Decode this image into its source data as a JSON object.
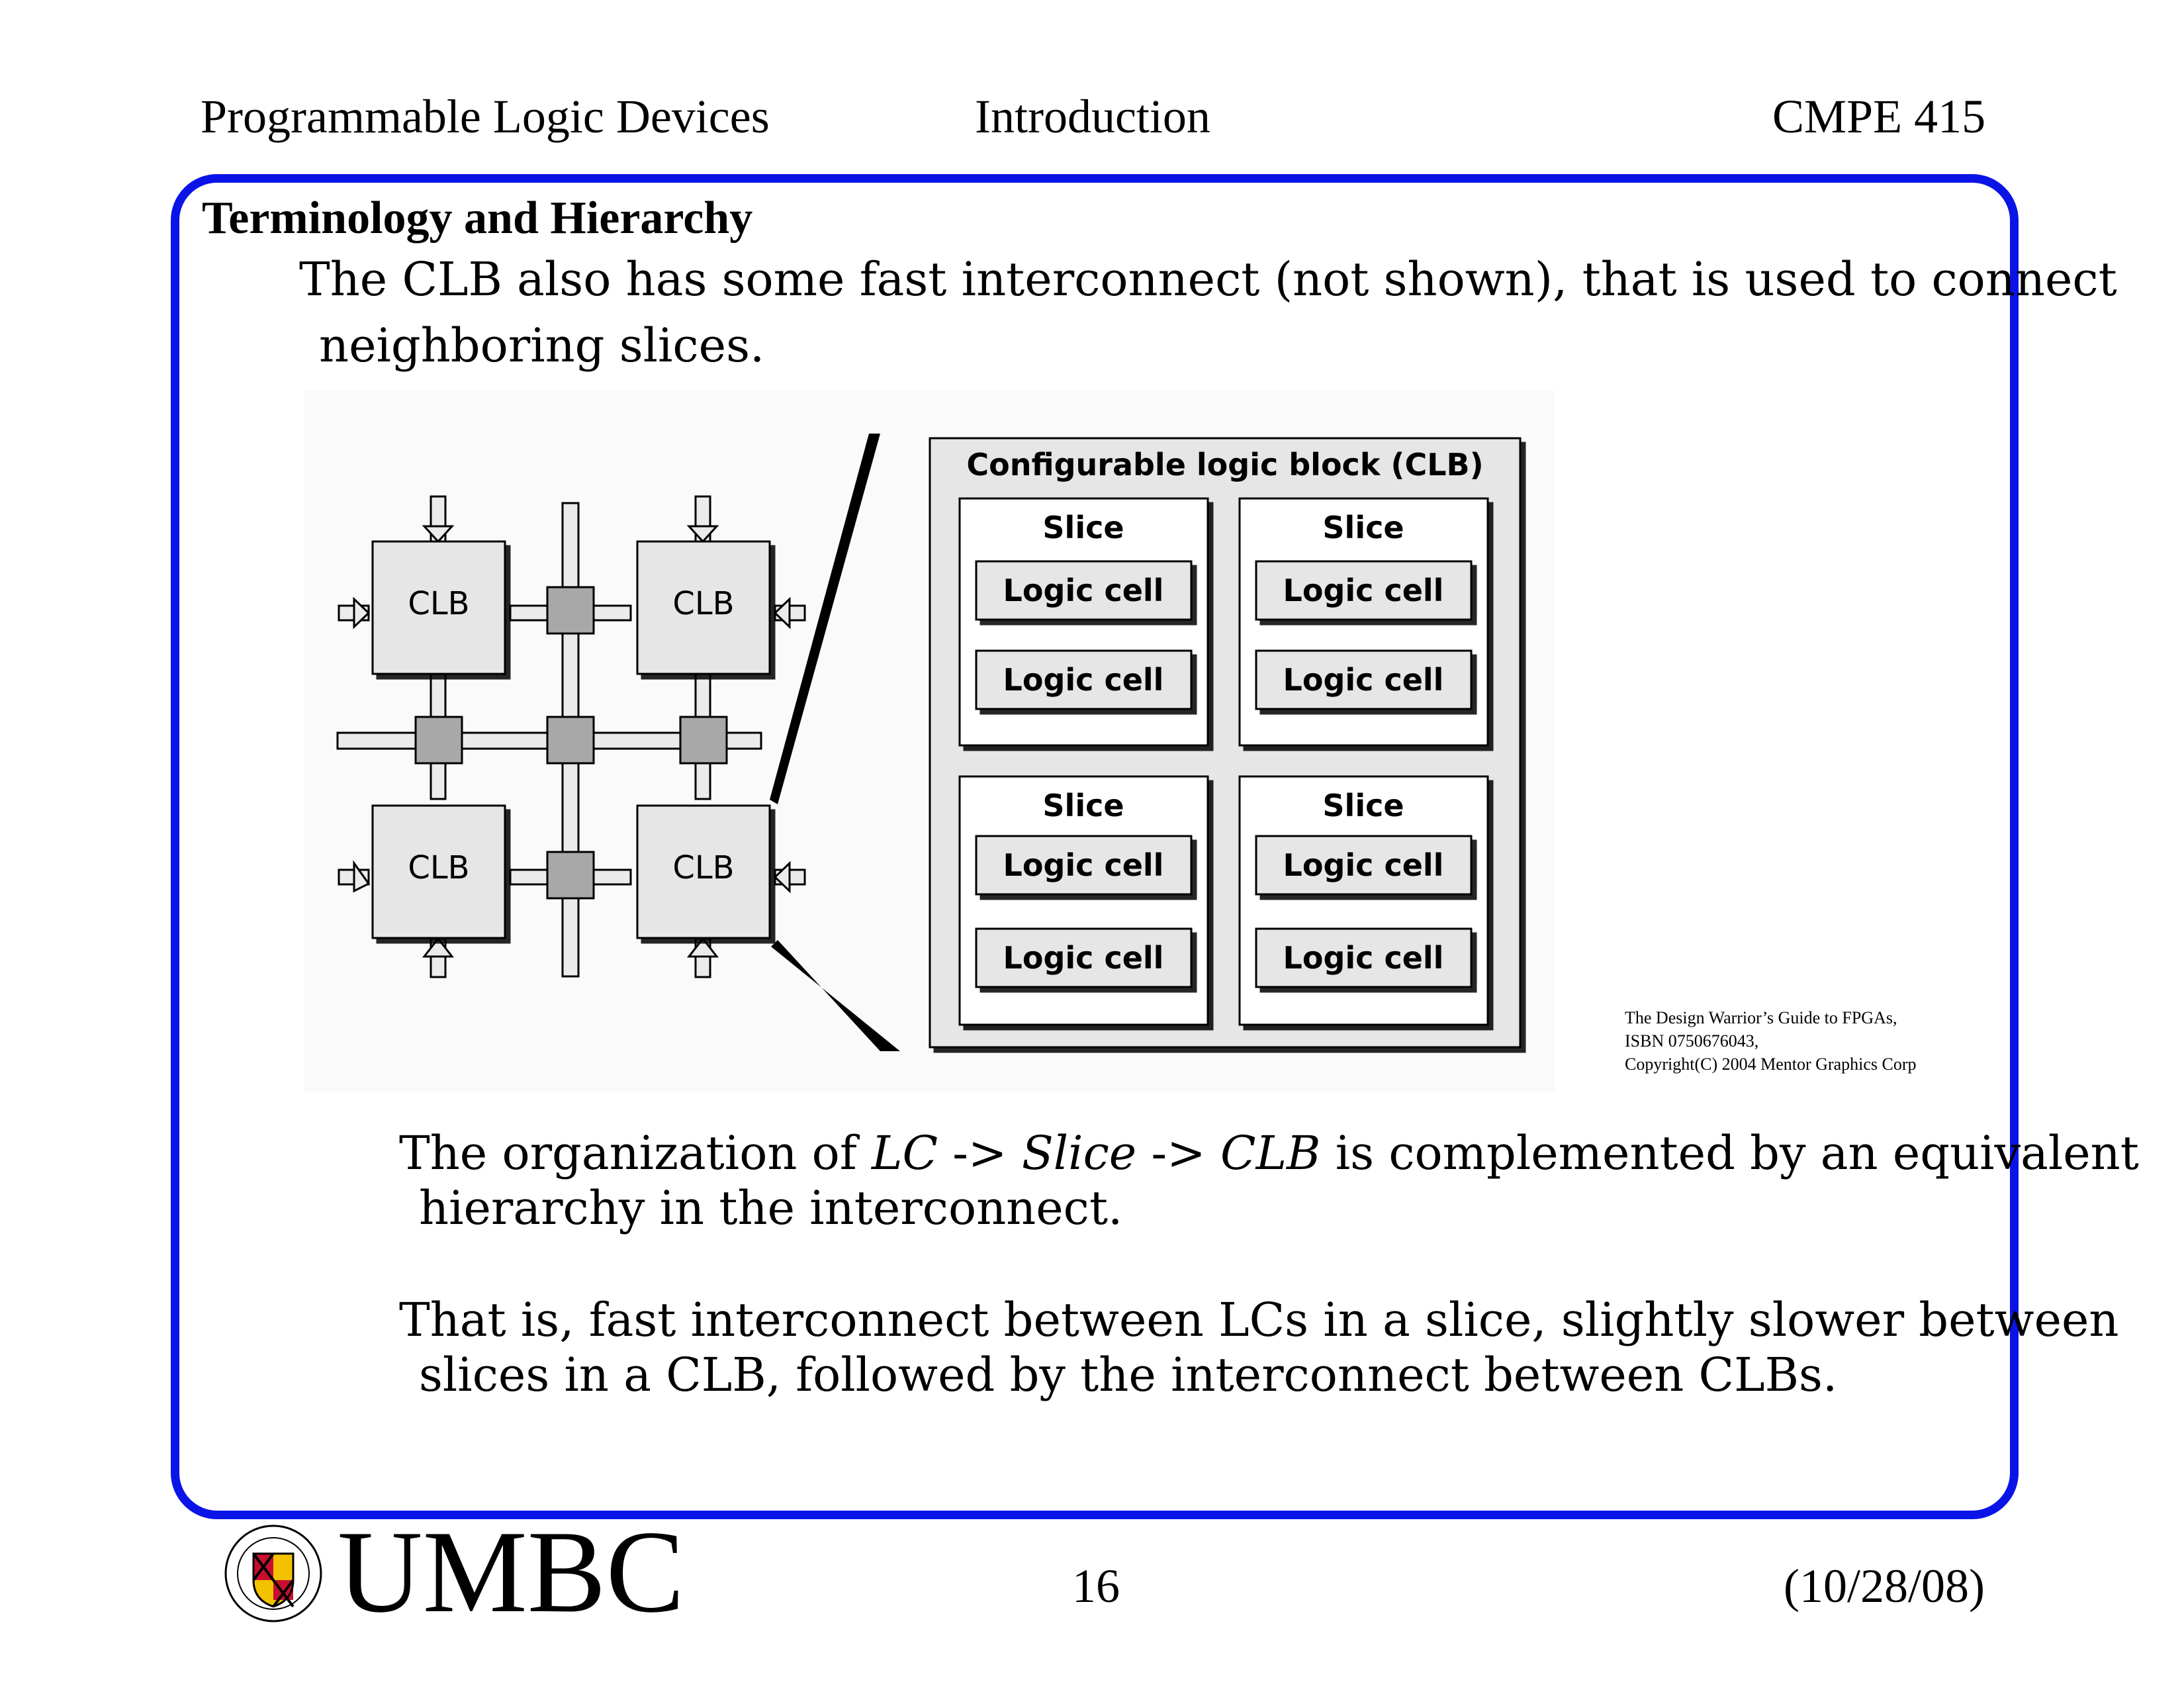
{
  "header": {
    "left": "Programmable Logic Devices",
    "center": "Introduction",
    "right": "CMPE 415"
  },
  "slide": {
    "title": "Terminology and Hierarchy",
    "para1_line1": "The CLB also has some fast interconnect (not shown), that is used to connect",
    "para1_line2": "neighboring slices.",
    "para2_line1_pre": "The organization of ",
    "para2_lc": "LC",
    "para2_arrow1": " -> ",
    "para2_slice": "Slice",
    "para2_arrow2": " -> ",
    "para2_clb": "CLB",
    "para2_line1_post": " is complemented by an equivalent",
    "para2_line2": "hierarchy in the interconnect.",
    "para3_line1": "That is, fast interconnect between LCs in a slice, slightly slower between",
    "para3_line2": "slices in a CLB, followed by the interconnect between CLBs."
  },
  "diagram": {
    "clb_labels": [
      "CLB",
      "CLB",
      "CLB",
      "CLB"
    ],
    "block_title": "Configurable logic block (CLB)",
    "slices": [
      {
        "label": "Slice",
        "cells": [
          "Logic cell",
          "Logic cell"
        ]
      },
      {
        "label": "Slice",
        "cells": [
          "Logic cell",
          "Logic cell"
        ]
      },
      {
        "label": "Slice",
        "cells": [
          "Logic cell",
          "Logic cell"
        ]
      },
      {
        "label": "Slice",
        "cells": [
          "Logic cell",
          "Logic cell"
        ]
      }
    ],
    "colors": {
      "block_fill": "#e6e6e6",
      "switch_fill": "#a8a8a8"
    }
  },
  "citation": {
    "line1": "The Design Warrior’s Guide to FPGAs,",
    "line2": "ISBN 0750676043,",
    "line3": "Copyright(C) 2004 Mentor Graphics Corp"
  },
  "footer": {
    "logo_text": "UMBC",
    "seal_icon": "umbc-seal-icon",
    "page_number": "16",
    "date": "(10/28/08)"
  },
  "colors": {
    "frame": "#0b14e6"
  }
}
